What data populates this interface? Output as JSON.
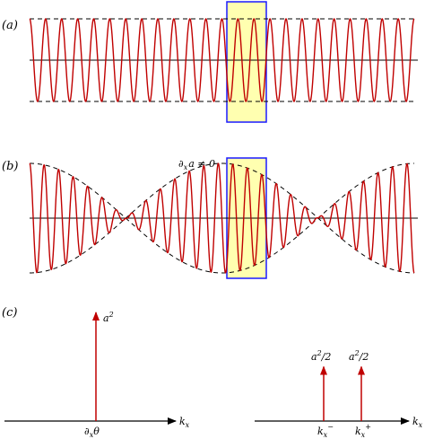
{
  "panels": {
    "a": {
      "label": "(a)"
    },
    "b": {
      "label": "(b)",
      "annotation": {
        "base": "∂",
        "sub": "x",
        "rest": "a ≠ 0"
      }
    },
    "c": {
      "label": "(c)"
    }
  },
  "waves": {
    "a": {
      "cycles": 24,
      "envelope": "constant"
    },
    "b": {
      "cycles": 26.5,
      "envelope": "|cos|",
      "envelope_halfcycles": 2
    }
  },
  "spectrum_left": {
    "axis": {
      "base": "k",
      "sub": "x"
    },
    "tick": {
      "base": "∂",
      "sub": "x",
      "rest": "θ"
    },
    "spike": {
      "base": "a",
      "sup": "2",
      "height": 1.0
    }
  },
  "spectrum_right": {
    "axis": {
      "base": "k",
      "sub": "x"
    },
    "spikes": [
      {
        "label": {
          "base": "a",
          "sup": "2",
          "rest": "/2"
        },
        "tick": {
          "base": "k",
          "sub": "x",
          "sup": "−"
        },
        "height": 0.5
      },
      {
        "label": {
          "base": "a",
          "sup": "2",
          "rest": "/2"
        },
        "tick": {
          "base": "k",
          "sub": "x",
          "sup": "+"
        },
        "height": 0.5
      }
    ]
  },
  "colors": {
    "wave": "#c00000",
    "axis": "#000000",
    "envelope": "#000000",
    "window_fill": "#ffffb0",
    "window_stroke": "#1a1aff",
    "spike": "#c00000"
  }
}
